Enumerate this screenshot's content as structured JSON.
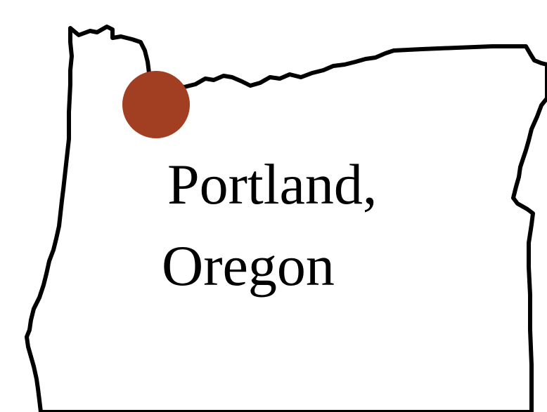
{
  "map": {
    "region": "Oregon",
    "outline_color": "#000000",
    "fill_color": "#ffffff",
    "marker": {
      "name": "Portland",
      "color": "#a23e21"
    },
    "label": {
      "line1": "Portland,",
      "line2": "Oregon"
    }
  }
}
